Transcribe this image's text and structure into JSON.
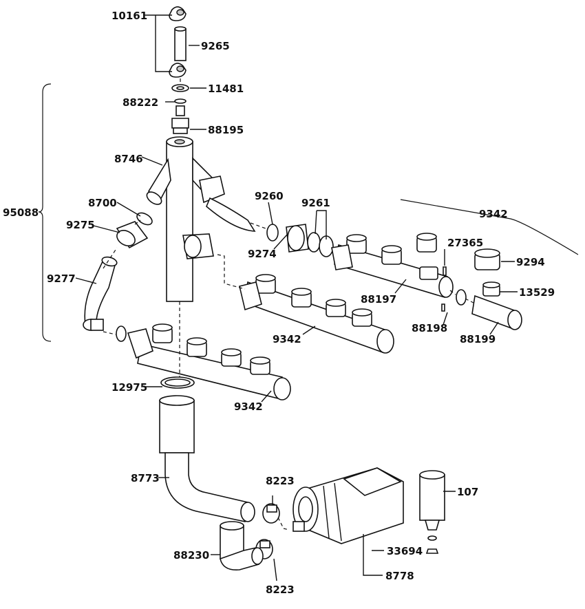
{
  "diagram": {
    "labels": {
      "p10161": "10161",
      "p9265": "9265",
      "p11481": "11481",
      "p88222": "88222",
      "p88195": "88195",
      "p8746": "8746",
      "p95088": "95088",
      "p8700": "8700",
      "p9275": "9275",
      "p9277": "9277",
      "p9260": "9260",
      "p9261": "9261",
      "p9274": "9274",
      "p9342_group": "9342",
      "p27365": "27365",
      "p9294": "9294",
      "p13529": "13529",
      "p88197": "88197",
      "p88198": "88198",
      "p88199": "88199",
      "p9342_mid": "9342",
      "p12975": "12975",
      "p9342_low": "9342",
      "p8773": "8773",
      "p8223_top": "8223",
      "p107": "107",
      "p88230": "88230",
      "p33694": "33694",
      "p8778": "8778",
      "p8223_bot": "8223"
    }
  }
}
